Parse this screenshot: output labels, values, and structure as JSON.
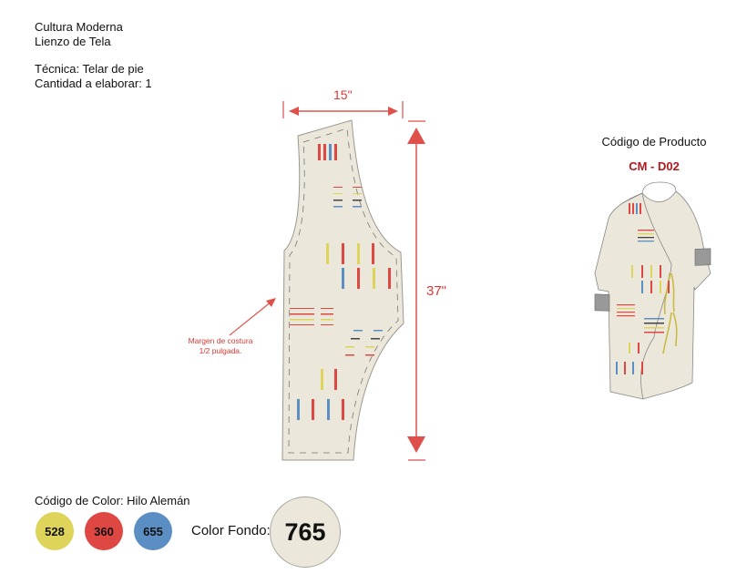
{
  "header": {
    "brand": "Cultura Moderna",
    "product_type": "Lienzo de Tela",
    "technique": "Técnica: Telar de pie",
    "quantity": "Cantidad a elaborar: 1"
  },
  "pattern": {
    "width_label": "15\"",
    "height_label": "37\"",
    "seam_note_line1": "Margen de costura",
    "seam_note_line2": "1/2 pulgada."
  },
  "product": {
    "code_label": "Código de Producto",
    "code": "CM - D02"
  },
  "colors": {
    "title": "Código de Color: Hilo Alemán",
    "threads": [
      {
        "code": "528",
        "hex": "#dfd45a"
      },
      {
        "code": "360",
        "hex": "#de4742"
      },
      {
        "code": "655",
        "hex": "#5b8fc3"
      }
    ],
    "background_label": "Color Fondo:",
    "background_code": "765",
    "background_hex": "#ebe7da",
    "annotation_hex": "#d93a36",
    "code_hex": "#b01a1f"
  }
}
